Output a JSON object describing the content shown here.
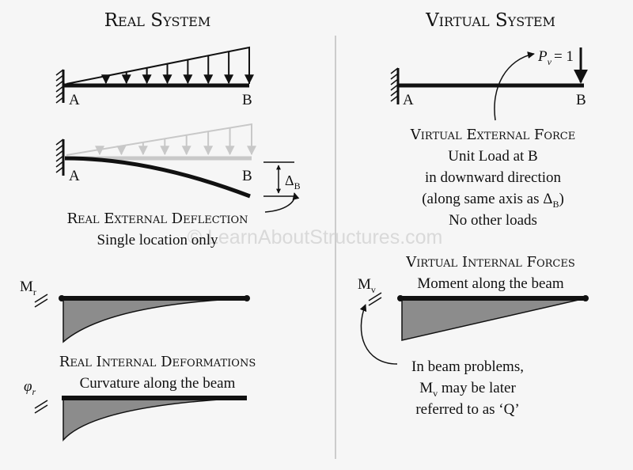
{
  "real_system": {
    "title": "Real System",
    "label_a": "A",
    "label_b": "B",
    "deflection_symbol": "Δ",
    "deflection_subscript": "B",
    "deflection_title": "Real External Deflection",
    "deflection_caption": "Single location only",
    "moment_symbol": "M",
    "moment_subscript": "r",
    "deformation_title": "Real Internal Deformations",
    "deformation_caption": "Curvature along the beam",
    "curvature_symbol": "φ",
    "curvature_subscript": "r"
  },
  "virtual_system": {
    "title": "Virtual System",
    "label_a": "A",
    "label_b": "B",
    "load_symbol": "P",
    "load_subscript": "v",
    "load_value": "= 1",
    "external_title": "Virtual External Force",
    "external_lines": [
      "Unit Load at B",
      "in downward direction"
    ],
    "external_axis_prefix": "(along same axis as Δ",
    "external_axis_subscript": "B",
    "external_axis_suffix": ")",
    "external_last_line": "No other loads",
    "internal_title": "Virtual Internal Forces",
    "internal_caption": "Moment along the beam",
    "moment_symbol": "M",
    "moment_subscript": "v",
    "note_line1": "In beam problems,",
    "note_symbol": "M",
    "note_subscript": "v",
    "note_line2_suffix": " may be later",
    "note_line3": "referred to as ‘Q’"
  },
  "watermark": "© LearnAboutStructures.com",
  "colors": {
    "ink": "#111111",
    "fill": "#8c8c8c",
    "ghost": "#c8c8c8",
    "divider": "#cccccc"
  }
}
